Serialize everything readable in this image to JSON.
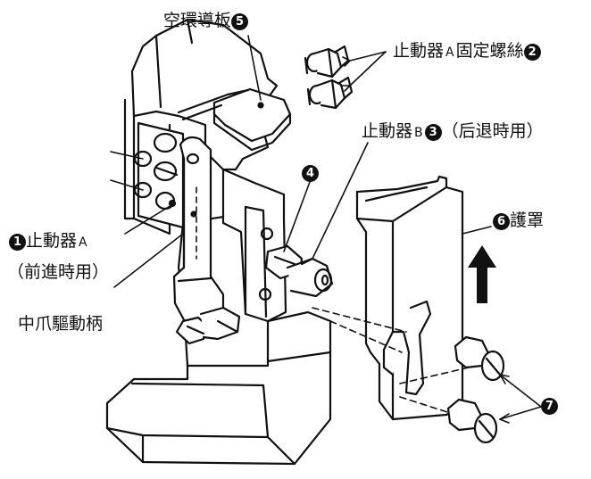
{
  "callouts": {
    "cam_guide": {
      "text": "空環導板",
      "num": "5"
    },
    "stopper_a_screw": {
      "pre": "止動器",
      "sub": "A",
      "post": "固定螺絲",
      "num": "2"
    },
    "stopper_b": {
      "pre": "止動器",
      "sub": "B",
      "num": "3",
      "post": "（后退時用）"
    },
    "part_4": {
      "num": "4"
    },
    "cover": {
      "num": "6",
      "text": "護罩"
    },
    "stopper_a": {
      "num": "1",
      "pre": "止動器",
      "sub": "A",
      "line2": "（前進時用）"
    },
    "drive_handle": {
      "text": "中爪驅動柄"
    },
    "part_7": {
      "num": "7"
    }
  }
}
